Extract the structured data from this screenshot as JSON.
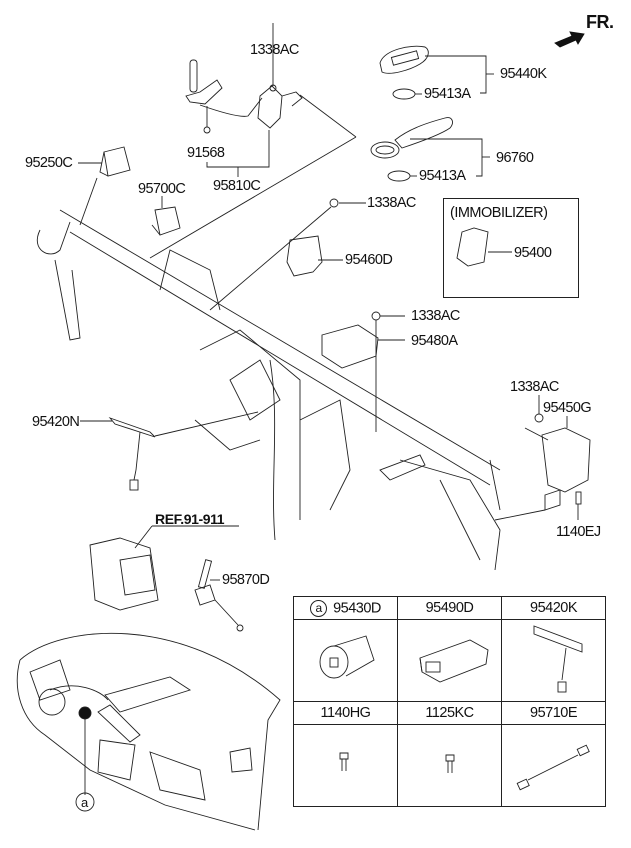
{
  "diagram": {
    "direction_indicator": "FR.",
    "reference": "REF.91-911",
    "immobilizer_box": {
      "title": "(IMMOBILIZER)",
      "part": "95400"
    },
    "labels": {
      "p1338ac_top": "1338AC",
      "p91568": "91568",
      "p95810c": "95810C",
      "p95250c": "95250C",
      "p95700c": "95700C",
      "p95440k": "95440K",
      "p95413a_1": "95413A",
      "p96760": "96760",
      "p95413a_2": "95413A",
      "p1338ac_mid": "1338AC",
      "p95460d": "95460D",
      "p1338ac_low": "1338AC",
      "p95480a": "95480A",
      "p1338ac_right": "1338AC",
      "p95450g": "95450G",
      "p95420n": "95420N",
      "p1140ej": "1140EJ",
      "p95870d": "95870D",
      "callout_a": "a"
    },
    "parts_table": {
      "callout": "a",
      "rows": [
        [
          "95430D",
          "95490D",
          "95420K"
        ],
        [
          "1140HG",
          "1125KC",
          "95710E"
        ]
      ]
    }
  }
}
